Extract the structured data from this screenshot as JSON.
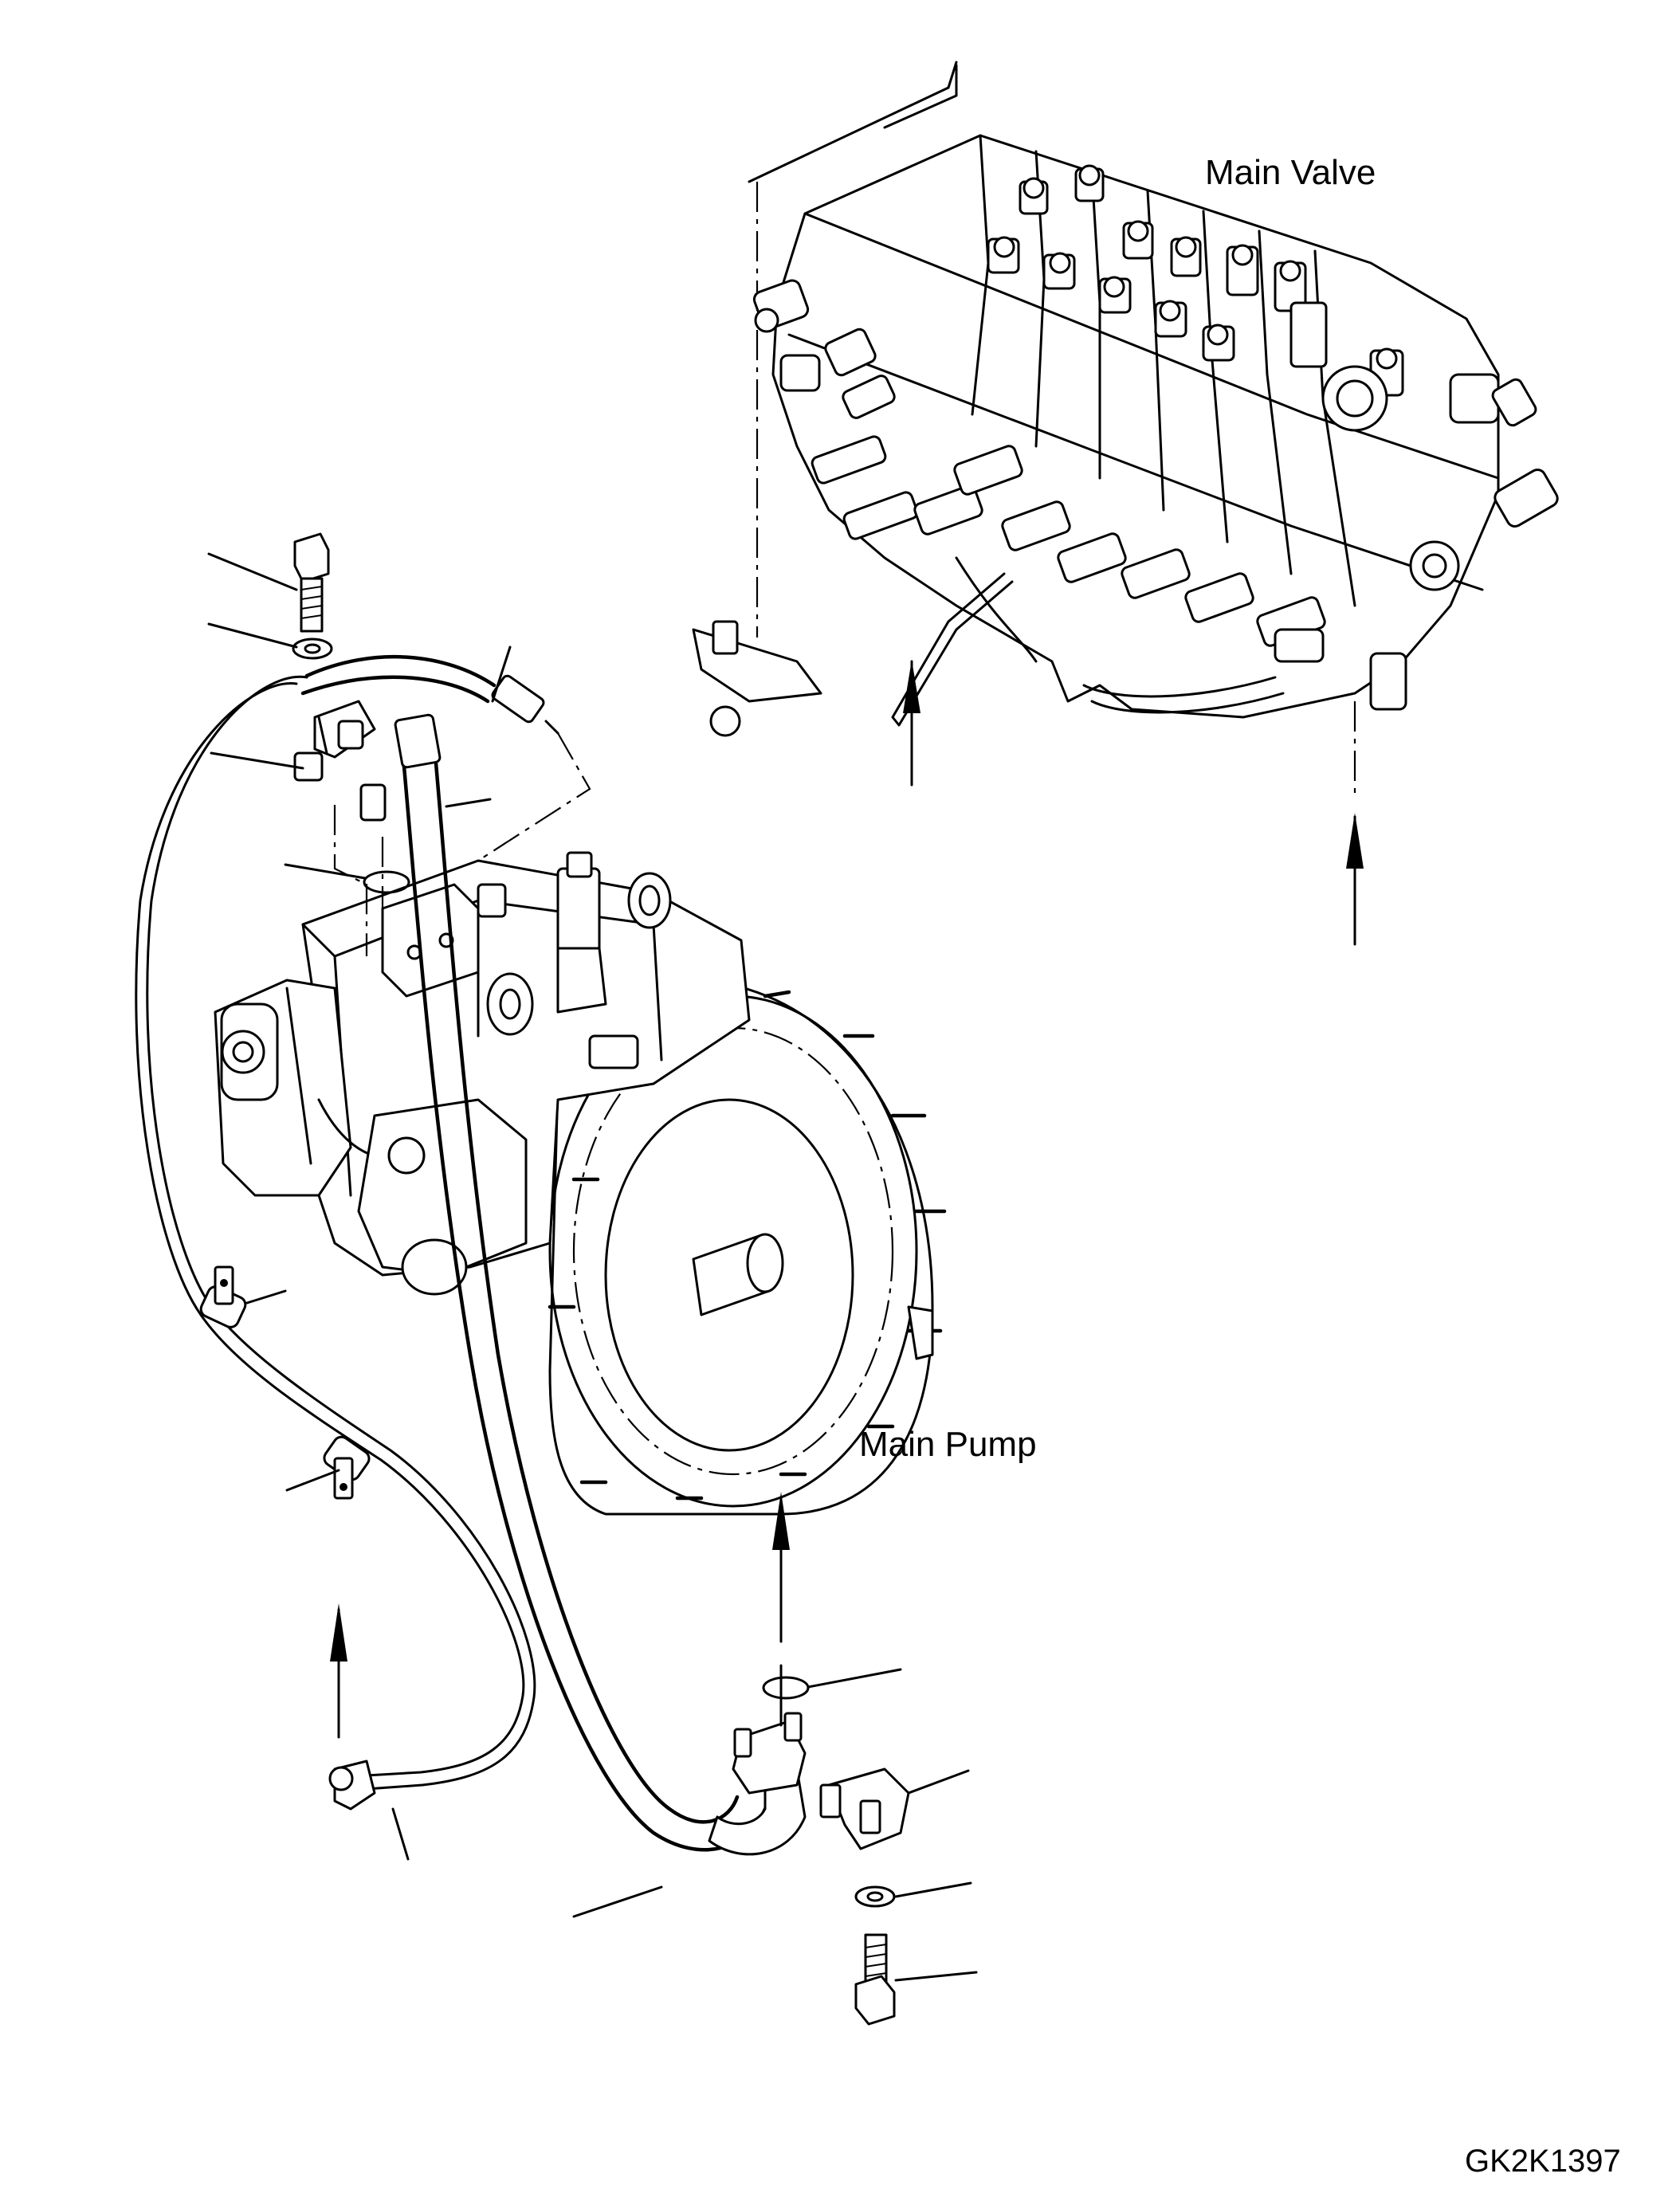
{
  "labels": {
    "main_valve": "Main Valve",
    "main_pump": "Main Pump",
    "drawing_code": "GK2K1397"
  },
  "colors": {
    "line": "#000000",
    "background": "#ffffff"
  }
}
